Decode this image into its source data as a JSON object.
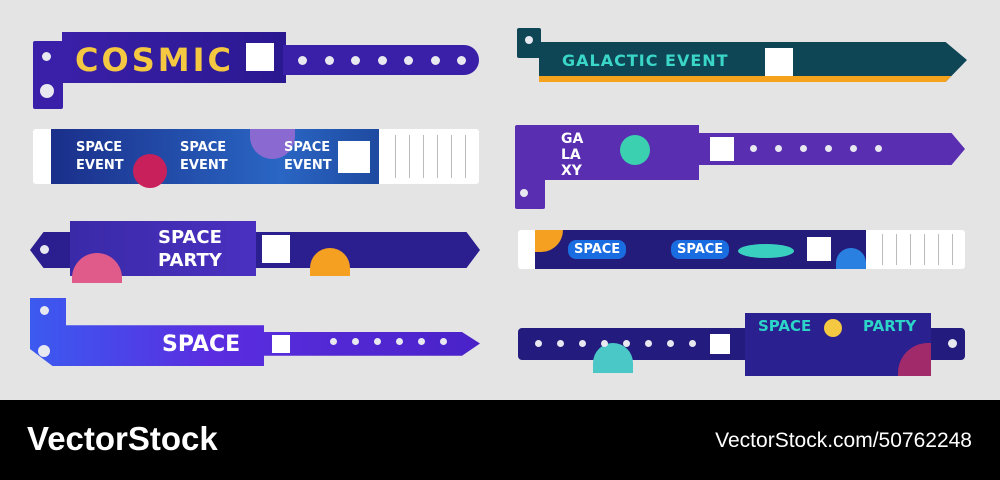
{
  "wristbands": {
    "cosmic": {
      "title": "COSMIC",
      "color": "#3a1fa8"
    },
    "space_event": {
      "labels": [
        "SPACE EVENT",
        "SPACE EVENT",
        "SPACE EVENT"
      ],
      "line1": "SPACE",
      "line2": "EVENT",
      "color": "#1f4aa8"
    },
    "space_party_left": {
      "line1": "SPACE",
      "line2": "PARTY",
      "color": "#2b1f8f"
    },
    "space_left": {
      "title": "SPACE",
      "color": "#4a26d8"
    },
    "galactic_event": {
      "title": "GALACTIC EVENT",
      "color": "#0f4656",
      "accent": "#f5a21c",
      "text_color": "#3ad6c8"
    },
    "galaxy": {
      "lines": [
        "GA",
        "LA",
        "XY"
      ],
      "color": "#5a2eb0"
    },
    "space_double": {
      "labels": [
        "SPACE",
        "SPACE"
      ],
      "color": "#241c7a",
      "pill_color": "#1a6de0"
    },
    "space_party_right": {
      "word1": "SPACE",
      "word2": "PARTY",
      "color": "#231c7e",
      "text_color": "#2dd4c8"
    }
  },
  "footer": {
    "brand": "VectorStock",
    "reference": "VectorStock.com/50762248"
  }
}
